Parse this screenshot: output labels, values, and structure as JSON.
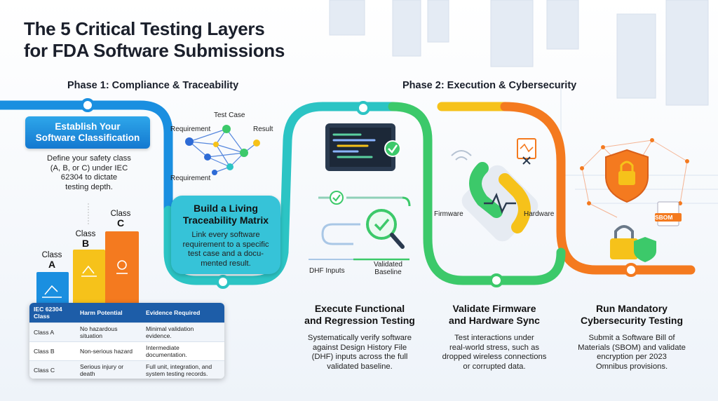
{
  "title": {
    "line1": "The 5 Critical Testing Layers",
    "line2": "for FDA Software Submissions"
  },
  "phases": {
    "phase1": "Phase 1: Compliance & Traceability",
    "phase2": "Phase 2: Execution & Cybersecurity"
  },
  "steps": {
    "classification": {
      "heading_line1": "Establish Your",
      "heading_line2": "Software Classification",
      "body": [
        "Define your safety class",
        "(A, B, or C) under IEC",
        "62304 to dictate",
        "testing depth."
      ]
    },
    "traceability": {
      "heading_line1": "Build a Living",
      "heading_line2": "Traceability Matrix",
      "body": [
        "Link every software",
        "requirement to a specific",
        "test case and a docu-",
        "mented result."
      ]
    },
    "functional": {
      "heading_line1": "Execute Functional",
      "heading_line2": "and Regression Testing",
      "body": [
        "Systematically verify software",
        "against Design History File",
        "(DHF) inputs across the full",
        "validated baseline."
      ]
    },
    "firmware": {
      "heading_line1": "Validate Firmware",
      "heading_line2": "and Hardware Sync",
      "body": [
        "Test interactions under",
        "real-world stress, such as",
        "dropped wireless connections",
        "or corrupted data."
      ]
    },
    "cyber": {
      "heading_line1": "Run Mandatory",
      "heading_line2": "Cybersecurity Testing",
      "body": [
        "Submit a Software Bill of",
        "Materials (SBOM) and validate",
        "encryption per 2023",
        "Omnibus provisions."
      ]
    }
  },
  "classes": [
    {
      "word": "Class",
      "letter": "A"
    },
    {
      "word": "Class",
      "letter": "B"
    },
    {
      "word": "Class",
      "letter": "C"
    }
  ],
  "network_labels": {
    "test_case": "Test Case",
    "requirement_top": "Requirement",
    "result": "Result",
    "requirement_bottom": "Requirement"
  },
  "flow_labels": {
    "dhf_inputs": "DHF Inputs",
    "validated_line1": "Validated",
    "validated_line2": "Baseline"
  },
  "device_labels": {
    "firmware": "Firmware",
    "hardware": "Hardware",
    "sbom": "SBOM"
  },
  "table": {
    "headers": [
      "IEC 62304 Class",
      "Harm Potential",
      "Evidence Required"
    ],
    "rows": [
      [
        "Class A",
        "No hazardous situation",
        "Minimal validation evidence."
      ],
      [
        "Class B",
        "Non-serious hazard",
        "Intermediate documentation."
      ],
      [
        "Class C",
        "Serious injury or death",
        "Full unit, integration, and system testing records."
      ]
    ]
  },
  "colors": {
    "blue": "#1a8fe0",
    "teal": "#2cc4c4",
    "green": "#3cc96a",
    "yellow": "#f6c21a",
    "orange": "#f47a1f",
    "navy": "#1d5da8"
  }
}
